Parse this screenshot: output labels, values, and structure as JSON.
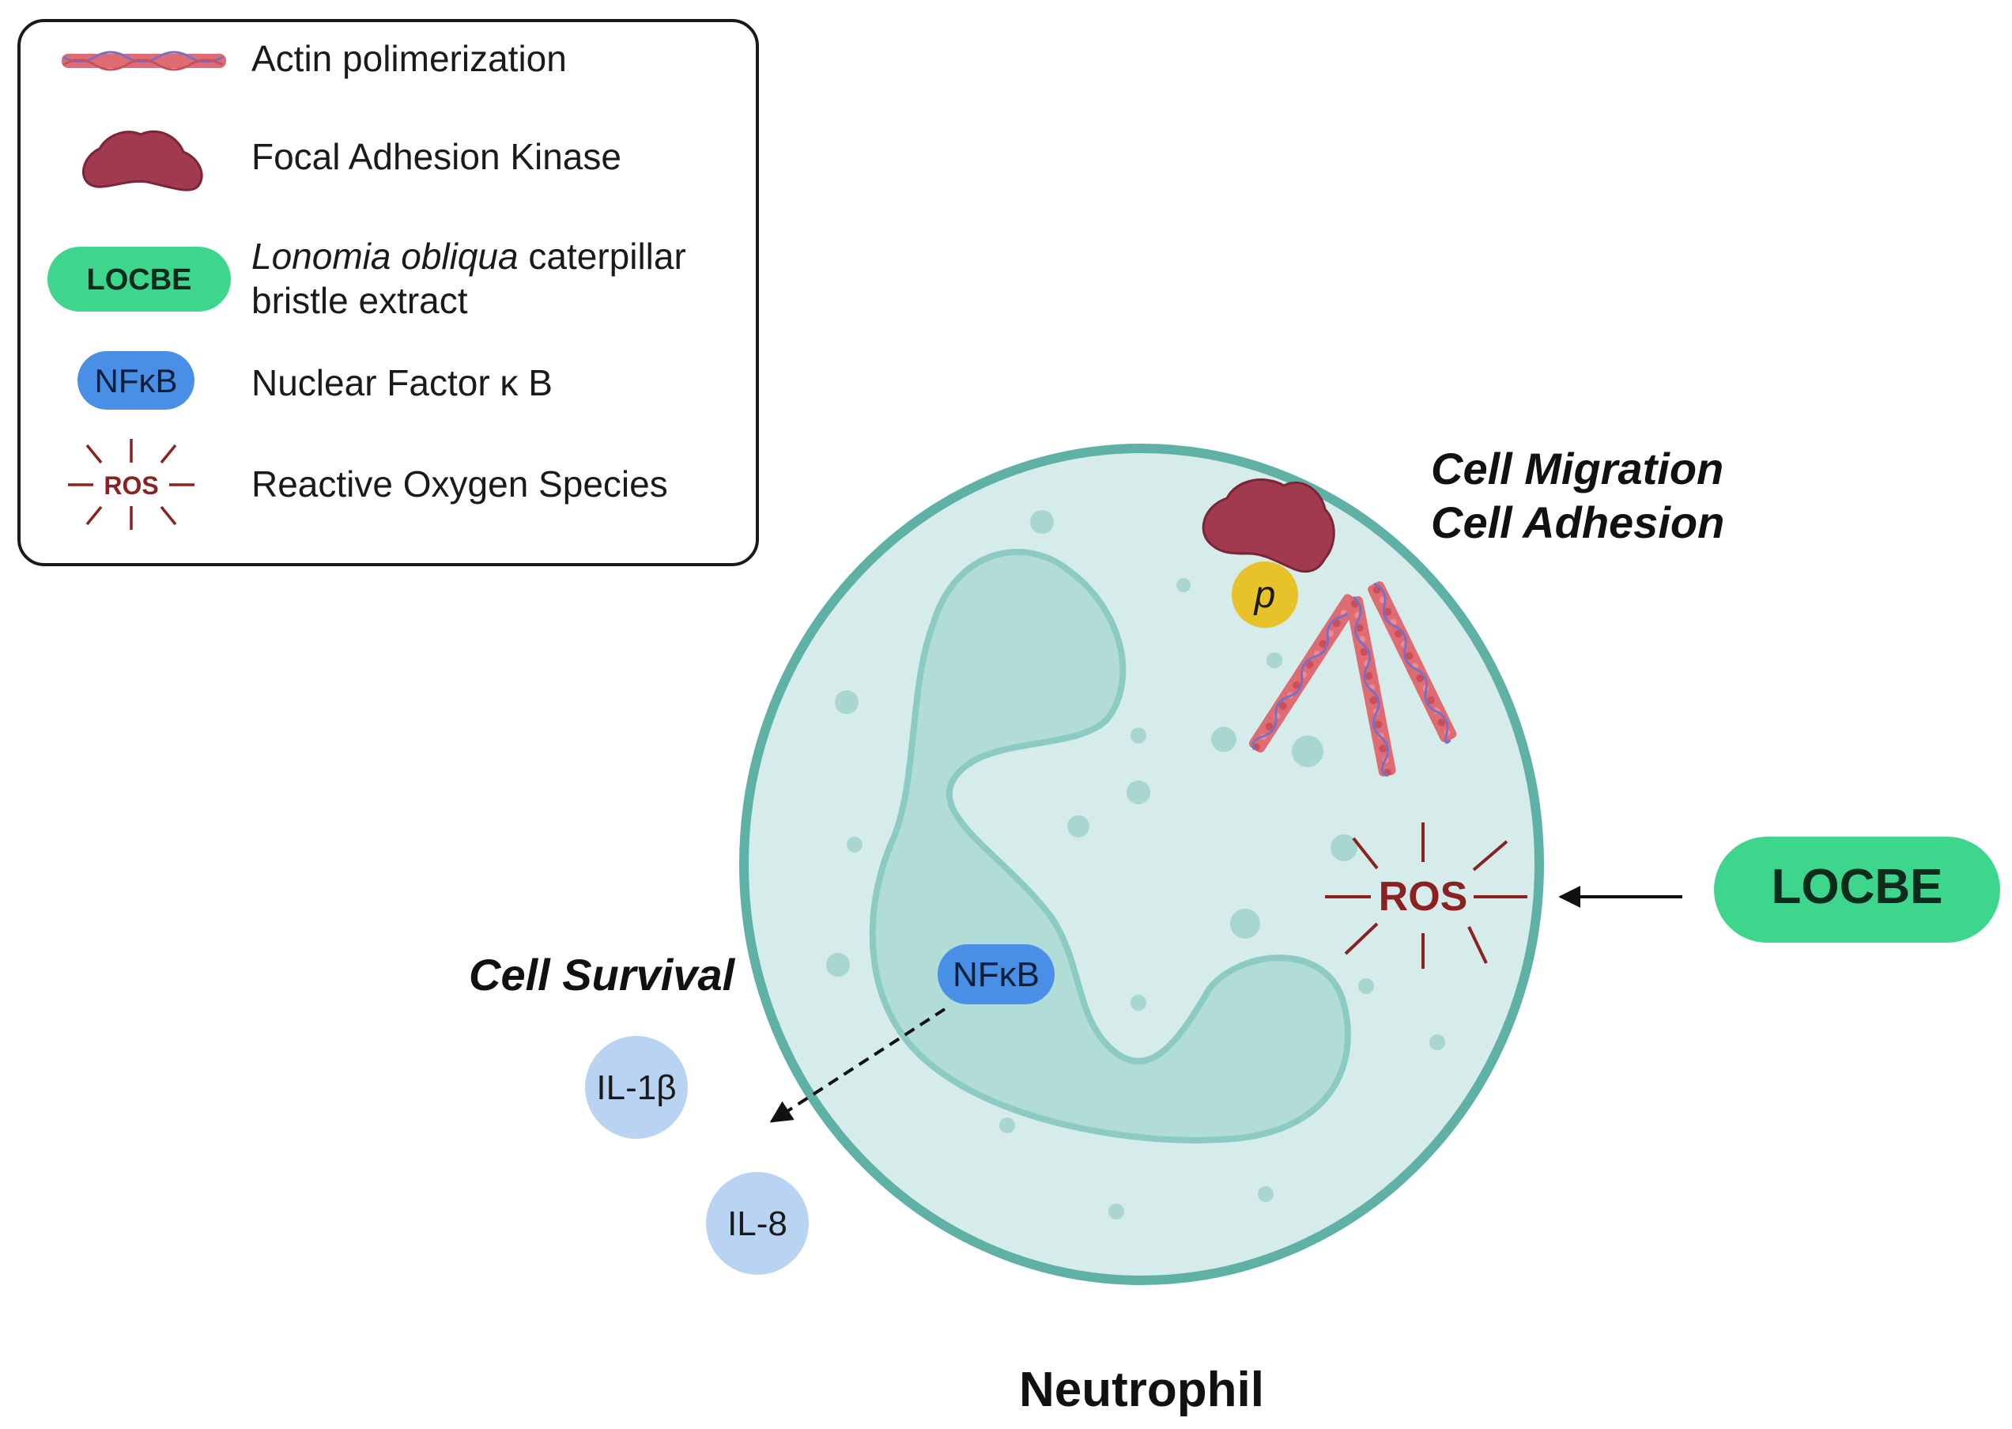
{
  "legend": {
    "items": [
      {
        "icon": "actin-filament-icon",
        "label": "Actin polimerization"
      },
      {
        "icon": "focal-adhesion-kinase-icon",
        "label": "Focal Adhesion Kinase"
      },
      {
        "icon": "locbe-pill-icon",
        "badge": "LOCBE",
        "label_italic": "Lonomia obliqua",
        "label_rest": " caterpillar",
        "label_line2": "bristle extract"
      },
      {
        "icon": "nfkb-pill-icon",
        "badge": "NFκB",
        "label": "Nuclear Factor κ B"
      },
      {
        "icon": "ros-burst-icon",
        "badge": "ROS",
        "label": "Reactive Oxygen Species"
      }
    ]
  },
  "diagram": {
    "cell_label": "Neutrophil",
    "migration_label": "Cell Migration",
    "adhesion_label": "Cell Adhesion",
    "survival_label": "Cell Survival",
    "phospho_label": "p",
    "ros_label": "ROS",
    "nfkb_label": "NFκB",
    "locbe_label": "LOCBE",
    "cytokines": [
      "IL-1β",
      "IL-8"
    ]
  },
  "colors": {
    "cell_fill": "#d6ecea",
    "cell_border": "#5fb0a5",
    "nucleus_fill": "#b2dcd8",
    "nucleus_border": "#8ccbc3",
    "granule": "#a9d6d1",
    "fak": "#a13a4f",
    "phospho": "#e8c22a",
    "actin": "#e06c73",
    "locbe": "#3dd68c",
    "nfkb": "#4a8fe6",
    "cytokine": "#b9d4f2",
    "ros": "#8b2222"
  }
}
